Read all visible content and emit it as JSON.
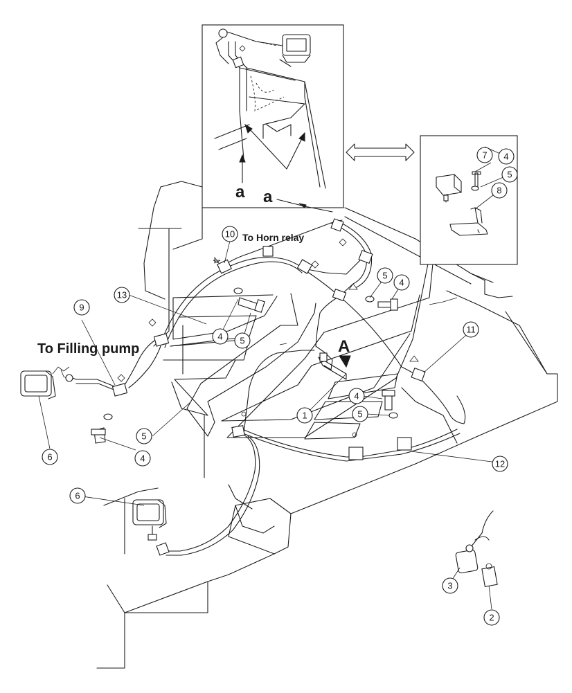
{
  "labels": {
    "to_horn_relay": "To Horn relay",
    "to_filling_pump": "To Filling pump",
    "detail_a_top": "a",
    "detail_a_main": "a",
    "view_a": "A"
  },
  "callouts": {
    "c7": "7",
    "c4_inset": "4",
    "c5_inset": "5",
    "c8": "8",
    "c10": "10",
    "c13": "13",
    "c9": "9",
    "c5_upper_right": "5",
    "c4_upper_right": "4",
    "c4_center": "4",
    "c5_center": "5",
    "c11": "11",
    "c4_right": "4",
    "c5_right": "5",
    "c1": "1",
    "c5_left": "5",
    "c4_left": "4",
    "c6_upper": "6",
    "c12": "12",
    "c6_lower": "6",
    "c3": "3",
    "c2": "2"
  }
}
